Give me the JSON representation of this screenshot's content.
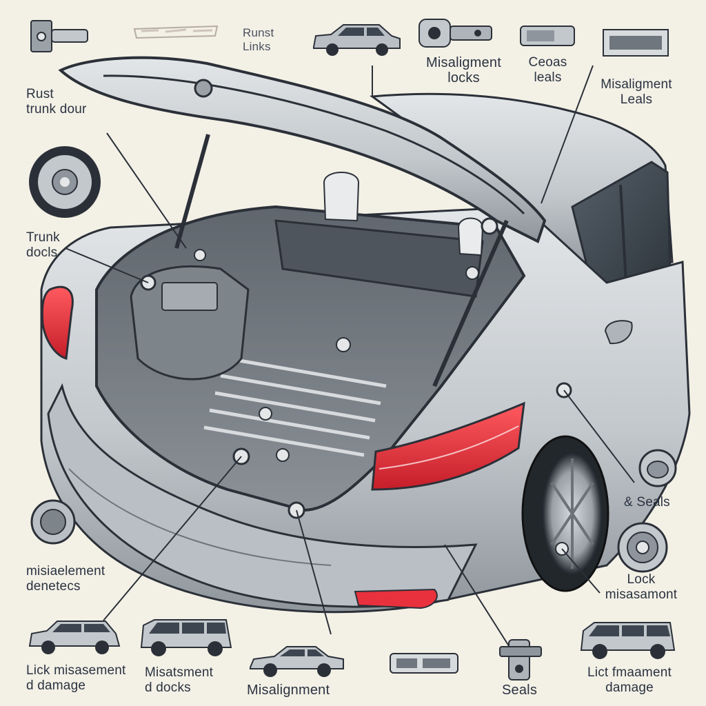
{
  "colors": {
    "background": "#f3f0e6",
    "body_silver": "#c9cdd1",
    "body_shade": "#8e959c",
    "outline": "#2b3038",
    "taillight": "#e8313d",
    "glass": "#3d4650",
    "trunk_interior": "#6f767e"
  },
  "labels": {
    "top_rust_links": "Runst\nLinks",
    "top_misalignment_locks": "Misaligment\nlocks",
    "top_cease_seals": "Ceoas\nleals",
    "top_right_misaligment": "Misaligment\nLeals",
    "left_rust_trunk_door": "Rust\ntrunk dour",
    "left_trunk_docks": "Trunk\ndocls",
    "right_seals": "& Seals",
    "right_lock_misalignment": "Lock\nmisasamont",
    "left_misalignment_devices": "misiaelement\ndenetecs",
    "bottom_lick_damage": "Lick misasement\nd damage",
    "bottom_misalignment_docks": "Misatsment\nd docks",
    "bottom_misalignment": "Misalignment",
    "bottom_seals": "Seals",
    "bottom_right_damage": "Lict fmaament\ndamage"
  },
  "icons": {
    "top_left": "hinge-bracket-icon",
    "top_stamp": "rust-stamp-icon",
    "top_car": "hatchback-car-icon",
    "top_lock": "lock-actuator-icon",
    "top_seal": "seal-cylinder-icon",
    "top_box": "seal-box-icon",
    "left_wheel": "wheel-icon",
    "right_seal_ring": "seal-ring-icon",
    "right_lock_ring": "lock-ring-icon",
    "left_seal_ring": "seal-ring-icon",
    "bottom_car_1": "suv-car-icon",
    "bottom_car_2": "van-car-icon",
    "bottom_car_3": "sedan-car-icon",
    "bottom_part": "latch-part-icon",
    "bottom_seal": "seal-part-icon",
    "bottom_car_4": "van-car-icon"
  }
}
